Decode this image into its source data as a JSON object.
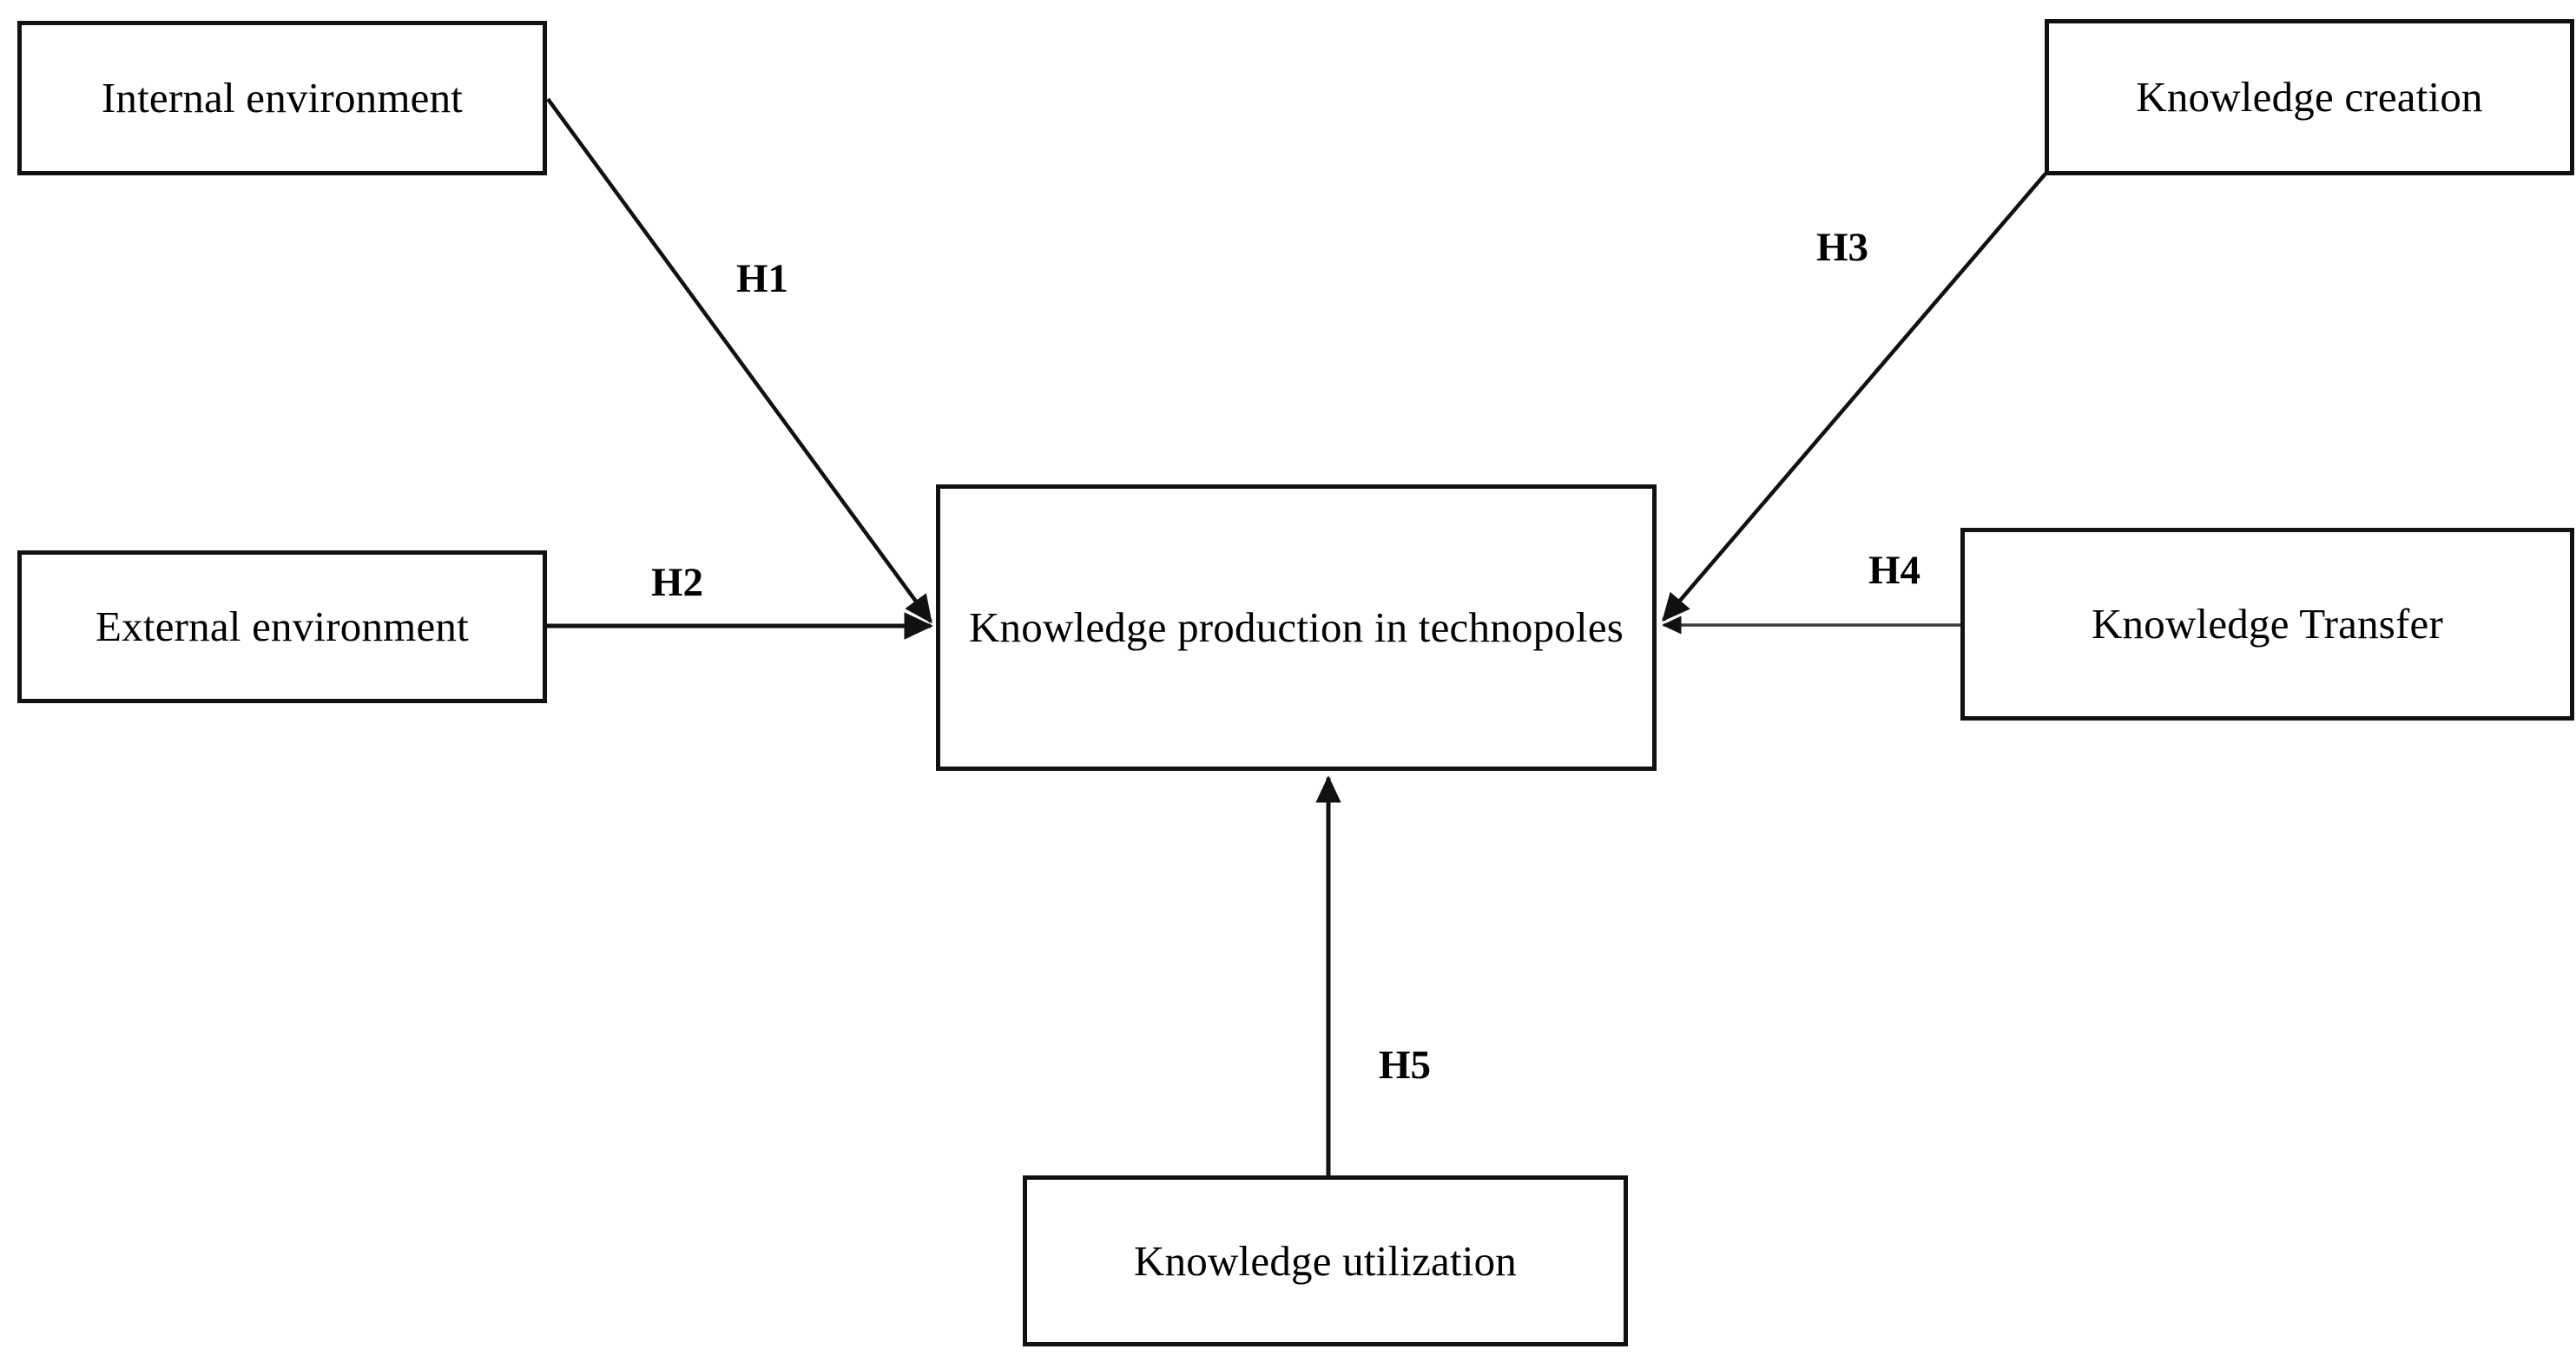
{
  "diagram": {
    "type": "conceptual-model-diagram",
    "background_color": "#ffffff",
    "line_color": "#111111",
    "text_color": "#000000",
    "nodes": [
      {
        "id": "internal-environment",
        "label": "Internal environment"
      },
      {
        "id": "external-environment",
        "label": "External environment"
      },
      {
        "id": "knowledge-creation",
        "label": "Knowledge creation"
      },
      {
        "id": "knowledge-transfer",
        "label": "Knowledge Transfer"
      },
      {
        "id": "knowledge-production",
        "label": "Knowledge production in technopoles"
      },
      {
        "id": "knowledge-utilization",
        "label": "Knowledge utilization"
      }
    ],
    "edges": [
      {
        "id": "h1",
        "label": "H1",
        "from": "internal-environment",
        "to": "knowledge-production",
        "direction": "to-center",
        "style": "diagonal-arrow"
      },
      {
        "id": "h2",
        "label": "H2",
        "from": "external-environment",
        "to": "knowledge-production",
        "direction": "to-center",
        "style": "horizontal-arrow"
      },
      {
        "id": "h3",
        "label": "H3",
        "from": "knowledge-creation",
        "to": "knowledge-production",
        "direction": "to-center",
        "style": "diagonal-arrow"
      },
      {
        "id": "h4",
        "label": "H4",
        "from": "knowledge-transfer",
        "to": "knowledge-production",
        "direction": "to-center",
        "style": "horizontal-arrow"
      },
      {
        "id": "h5",
        "label": "H5",
        "from": "knowledge-utilization",
        "to": "knowledge-production",
        "direction": "to-center",
        "style": "vertical-arrow"
      }
    ]
  }
}
